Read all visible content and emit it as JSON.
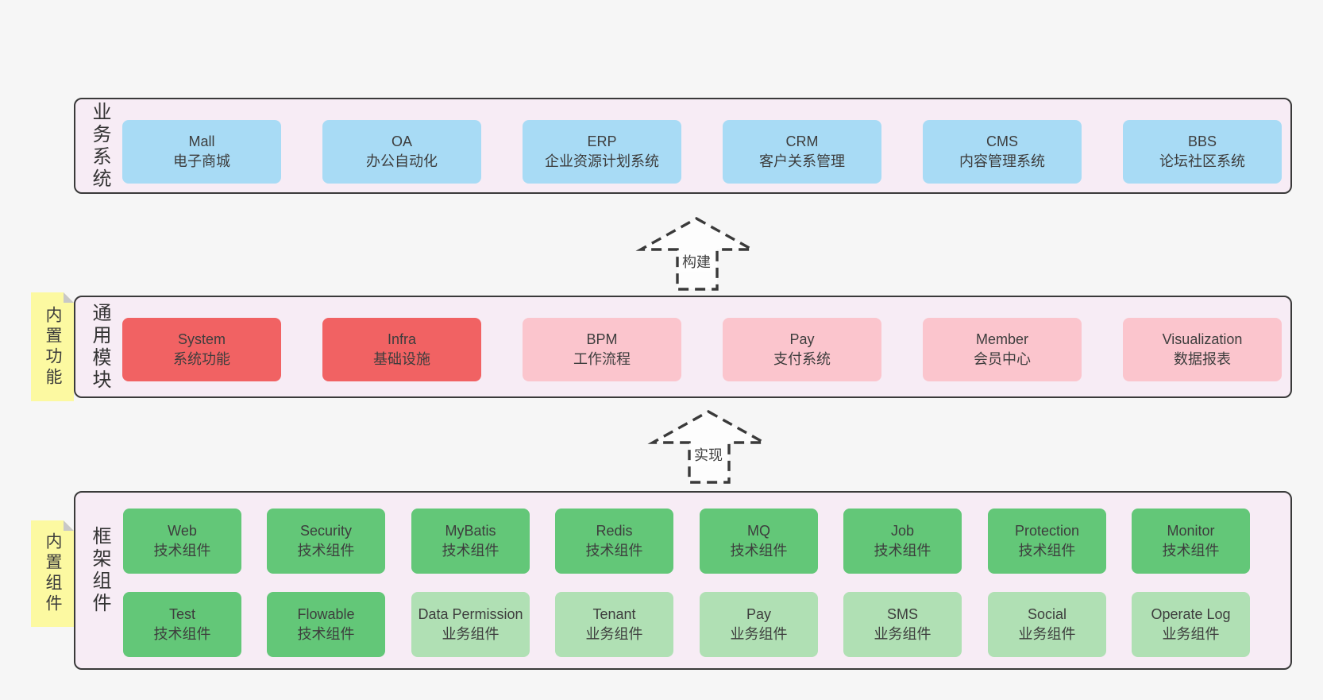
{
  "diagram": {
    "bands": [
      {
        "label": "业务系统",
        "boxes": [
          {
            "name": "Mall",
            "subtitle": "电子商城"
          },
          {
            "name": "OA",
            "subtitle": "办公自动化"
          },
          {
            "name": "ERP",
            "subtitle": "企业资源计划系统"
          },
          {
            "name": "CRM",
            "subtitle": "客户关系管理"
          },
          {
            "name": "CMS",
            "subtitle": "内容管理系统"
          },
          {
            "name": "BBS",
            "subtitle": "论坛社区系统"
          }
        ]
      },
      {
        "label": "通用模块",
        "sticky": "内置功能",
        "boxes": [
          {
            "name": "System",
            "subtitle": "系统功能"
          },
          {
            "name": "Infra",
            "subtitle": "基础设施"
          },
          {
            "name": "BPM",
            "subtitle": "工作流程"
          },
          {
            "name": "Pay",
            "subtitle": "支付系统"
          },
          {
            "name": "Member",
            "subtitle": "会员中心"
          },
          {
            "name": "Visualization",
            "subtitle": "数据报表"
          }
        ]
      },
      {
        "label": "框架组件",
        "sticky": "内置组件",
        "rows": [
          [
            {
              "name": "Web",
              "subtitle": "技术组件"
            },
            {
              "name": "Security",
              "subtitle": "技术组件"
            },
            {
              "name": "MyBatis",
              "subtitle": "技术组件"
            },
            {
              "name": "Redis",
              "subtitle": "技术组件"
            },
            {
              "name": "MQ",
              "subtitle": "技术组件"
            },
            {
              "name": "Job",
              "subtitle": "技术组件"
            },
            {
              "name": "Protection",
              "subtitle": "技术组件"
            },
            {
              "name": "Monitor",
              "subtitle": "技术组件"
            }
          ],
          [
            {
              "name": "Test",
              "subtitle": "技术组件"
            },
            {
              "name": "Flowable",
              "subtitle": "技术组件"
            },
            {
              "name": "Data Permission",
              "subtitle": "业务组件"
            },
            {
              "name": "Tenant",
              "subtitle": "业务组件"
            },
            {
              "name": "Pay",
              "subtitle": "业务组件"
            },
            {
              "name": "SMS",
              "subtitle": "业务组件"
            },
            {
              "name": "Social",
              "subtitle": "业务组件"
            },
            {
              "name": "Operate Log",
              "subtitle": "业务组件"
            }
          ]
        ]
      }
    ],
    "arrows": [
      {
        "label": "构建"
      },
      {
        "label": "实现"
      }
    ],
    "colors": {
      "page_bg": "#f6f6f6",
      "band_bg": "#f7ecf5",
      "band_border": "#3a3a3a",
      "box_text": "#3d3d3d",
      "blue": "#a8dbf5",
      "red": "#f16263",
      "pink": "#fbc5cd",
      "green": "#63c778",
      "light_green": "#b0e0b4",
      "sticky": "#fcf9a1",
      "sticky_fold": "#c8c8c8",
      "arrow_stroke": "#3a3a3a"
    }
  }
}
